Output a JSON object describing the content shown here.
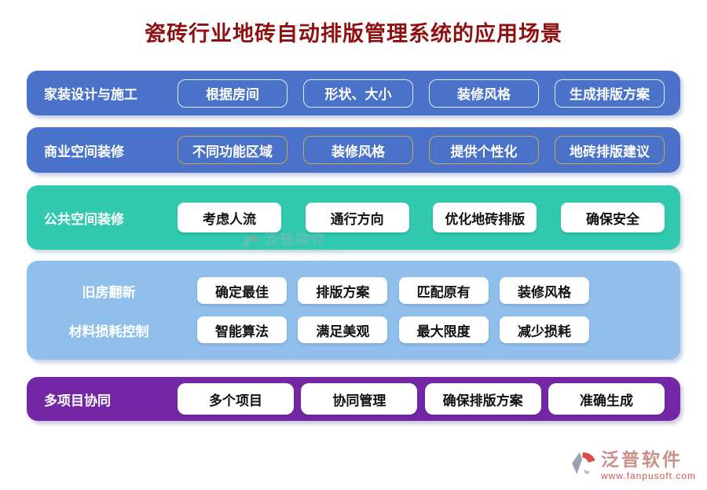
{
  "title": "瓷砖行业地砖自动排版管理系统的应用场景",
  "rows": [
    {
      "label": "家装设计与施工",
      "buttons": [
        "根据房间",
        "形状、大小",
        "装修风格",
        "生成排版方案"
      ]
    },
    {
      "label": "商业空间装修",
      "buttons": [
        "不同功能区域",
        "装修风格",
        "提供个性化",
        "地砖排版建议"
      ]
    },
    {
      "label": "公共空间装修",
      "buttons": [
        "考虑人流",
        "通行方向",
        "优化地砖排版",
        "确保安全"
      ]
    },
    {
      "label": "旧房翻新",
      "buttons": [
        "确定最佳",
        "排版方案",
        "匹配原有",
        "装修风格"
      ]
    },
    {
      "label": "材料损耗控制",
      "buttons": [
        "智能算法",
        "满足美观",
        "最大限度",
        "减少损耗"
      ]
    },
    {
      "label": "多项目协同",
      "buttons": [
        "多个项目",
        "协同管理",
        "确保排版方案",
        "准确生成"
      ]
    }
  ],
  "watermark": {
    "brand": "泛普软件",
    "sub": "FANPU SOFTWARE"
  },
  "footer": {
    "brand": "泛普软件",
    "url": "www.fanpusoft.com"
  },
  "colors": {
    "title": "#8e1010",
    "blue": "#4a72c8",
    "teal": "#31c9af",
    "light_blue": "#90bfec",
    "purple": "#7427a5",
    "gold": "#caa84e"
  }
}
